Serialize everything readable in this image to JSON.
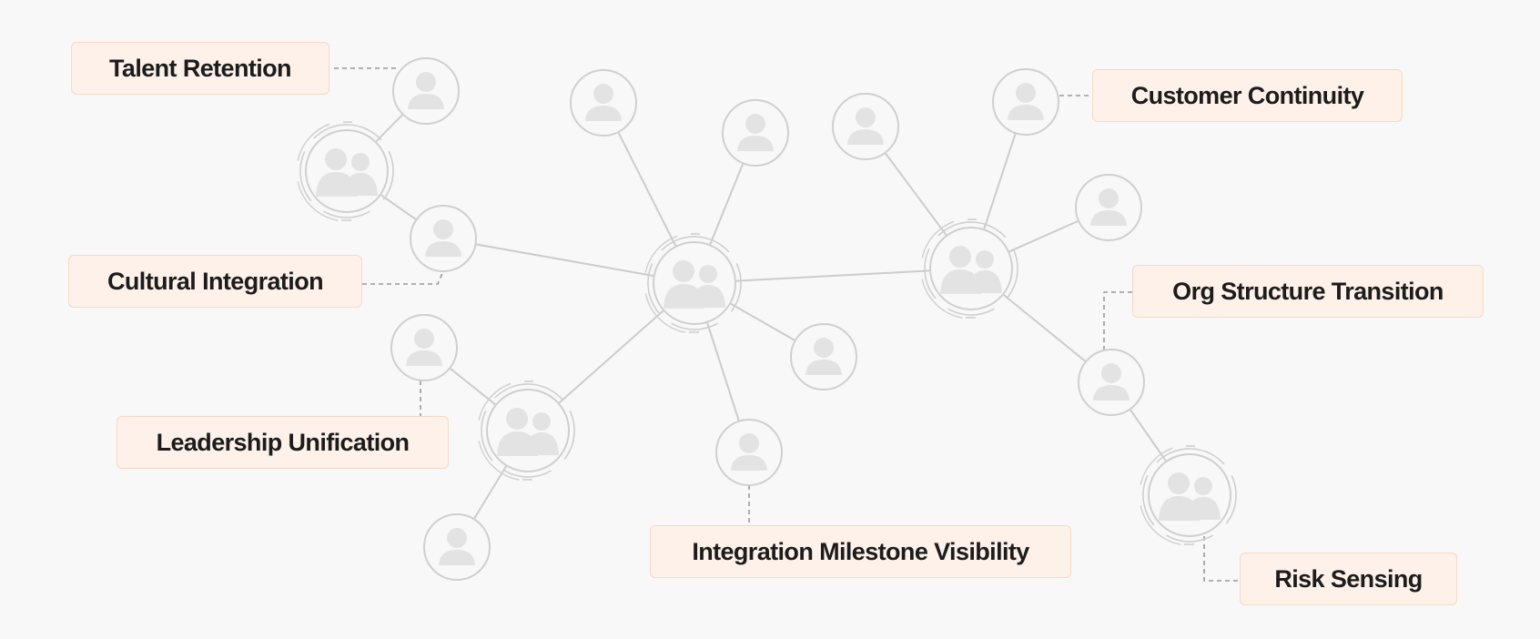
{
  "labels": {
    "talent_retention": "Talent Retention",
    "cultural_integration": "Cultural Integration",
    "leadership_unification": "Leadership Unification",
    "integration_milestone_visibility": "Integration Milestone Visibility",
    "customer_continuity": "Customer Continuity",
    "org_structure_transition": "Org Structure Transition",
    "risk_sensing": "Risk Sensing"
  },
  "colors": {
    "background": "#f8f8f8",
    "node_stroke": "#cfcfcf",
    "node_icon": "#e3e3e3",
    "edge": "#cccccc",
    "leader_line": "#999999",
    "label_fill": "#fdf1ea",
    "label_border": "#f6d9c6",
    "label_text": "#1c1c1c"
  },
  "icons": {
    "person_node": "person-icon",
    "group_node": "group-icon"
  }
}
